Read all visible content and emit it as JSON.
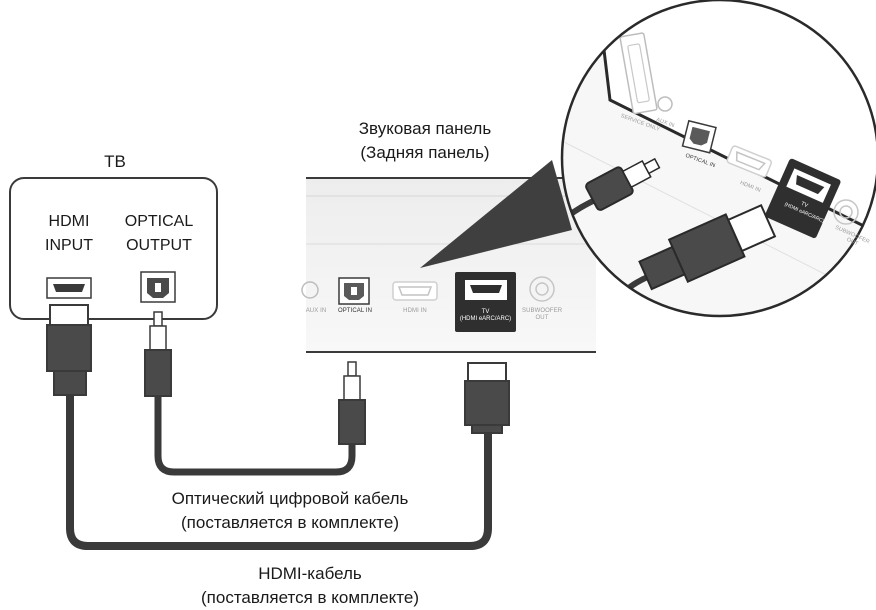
{
  "tv": {
    "title": "ТВ",
    "hdmi_label_line1": "HDMI",
    "hdmi_label_line2": "INPUT",
    "optical_label_line1": "OPTICAL",
    "optical_label_line2": "OUTPUT"
  },
  "soundbar": {
    "title_line1": "Звуковая панель",
    "title_line2": "(Задняя панель)",
    "ports": {
      "aux_in": "AUX IN",
      "optical_in": "OPTICAL IN",
      "hdmi_in": "HDMI IN",
      "tv_line1": "TV",
      "tv_line2": "(HDMI eARC/ARC)",
      "subwoofer_line1": "SUBWOOFER",
      "subwoofer_line2": "OUT"
    }
  },
  "zoom": {
    "service_only": "SERVICE ONLY",
    "aux_in": "AUX IN",
    "optical_in": "OPTICAL IN",
    "hdmi_in": "HDMI IN",
    "tv_line1": "TV",
    "tv_line2": "(HDMI eARC/ARC)",
    "subwoofer_line1": "SUBWOOFER",
    "subwoofer_line2": "OUT"
  },
  "cables": {
    "optical_line1": "Оптический цифровой кабель",
    "optical_line2": "(поставляется в комплекте)",
    "hdmi_line1": "HDMI-кабель",
    "hdmi_line2": "(поставляется в комплекте)"
  }
}
